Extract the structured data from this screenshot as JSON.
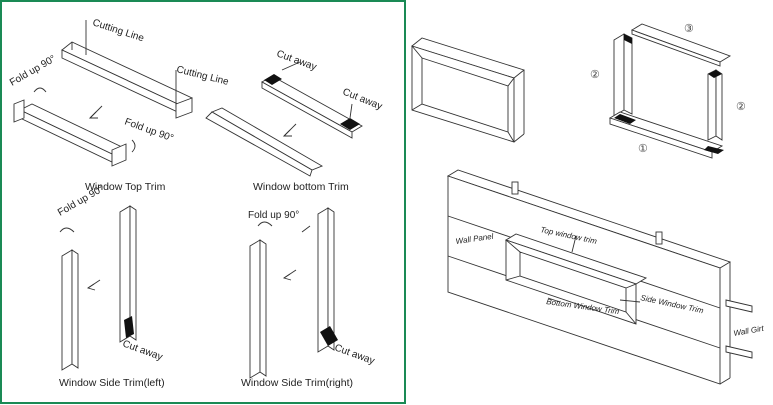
{
  "left_panel": {
    "border_color": "#1a8a55",
    "top_trim": {
      "caption": "Window Top Trim",
      "cutting_line_1": "Cutting Line",
      "cutting_line_2": "Cutting Line",
      "fold_1": "Fold up 90°",
      "fold_2": "Fold up 90°"
    },
    "bottom_trim": {
      "caption": "Window bottom Trim",
      "cut_1": "Cut away",
      "cut_2": "Cut away"
    },
    "side_left": {
      "caption": "Window Side Trim(left)",
      "fold": "Fold up 90°",
      "cut": "Cut away"
    },
    "side_right": {
      "caption": "Window Side Trim(right)",
      "fold": "Fold up 90°",
      "cut": "Cut away"
    }
  },
  "right_panel": {
    "num_1": "①",
    "num_2a": "②",
    "num_2b": "②",
    "num_3": "③",
    "labels": {
      "top_window_trim": "Top window trim",
      "wall_panel": "Wall Panel",
      "side_window_trim": "Side Window Trim",
      "bottom_window_trim": "Bottom Window Trim",
      "wall_girt": "Wall Girt"
    }
  }
}
